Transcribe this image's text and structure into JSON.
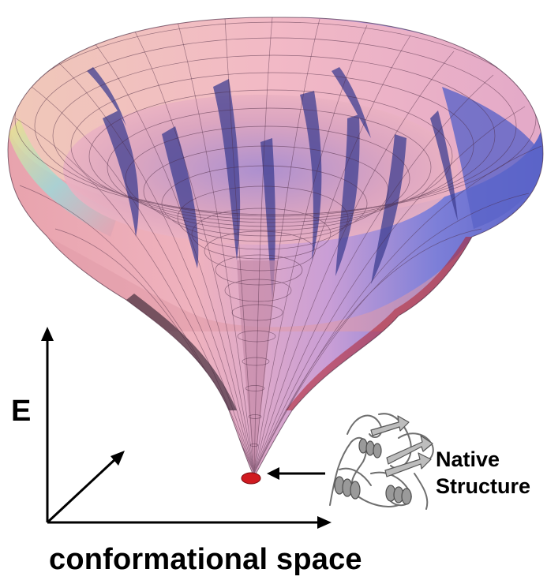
{
  "figure": {
    "labels": {
      "energy_axis": "E",
      "conformational_axis": "conformational space",
      "native_line1": "Native",
      "native_line2": "Structure"
    },
    "colors": {
      "surface_warm": "#e79aa6",
      "surface_pink": "#f0b3c0",
      "surface_cool": "#6f6fd4",
      "surface_dark": "#3a3a8c",
      "rim_yellow": "#efe08a",
      "rim_cyan": "#9fd7d8",
      "mesh_line": "#4a2840",
      "minimum_marker": "#d01a20",
      "axis": "#000000",
      "protein": "#7a7a7a"
    }
  }
}
